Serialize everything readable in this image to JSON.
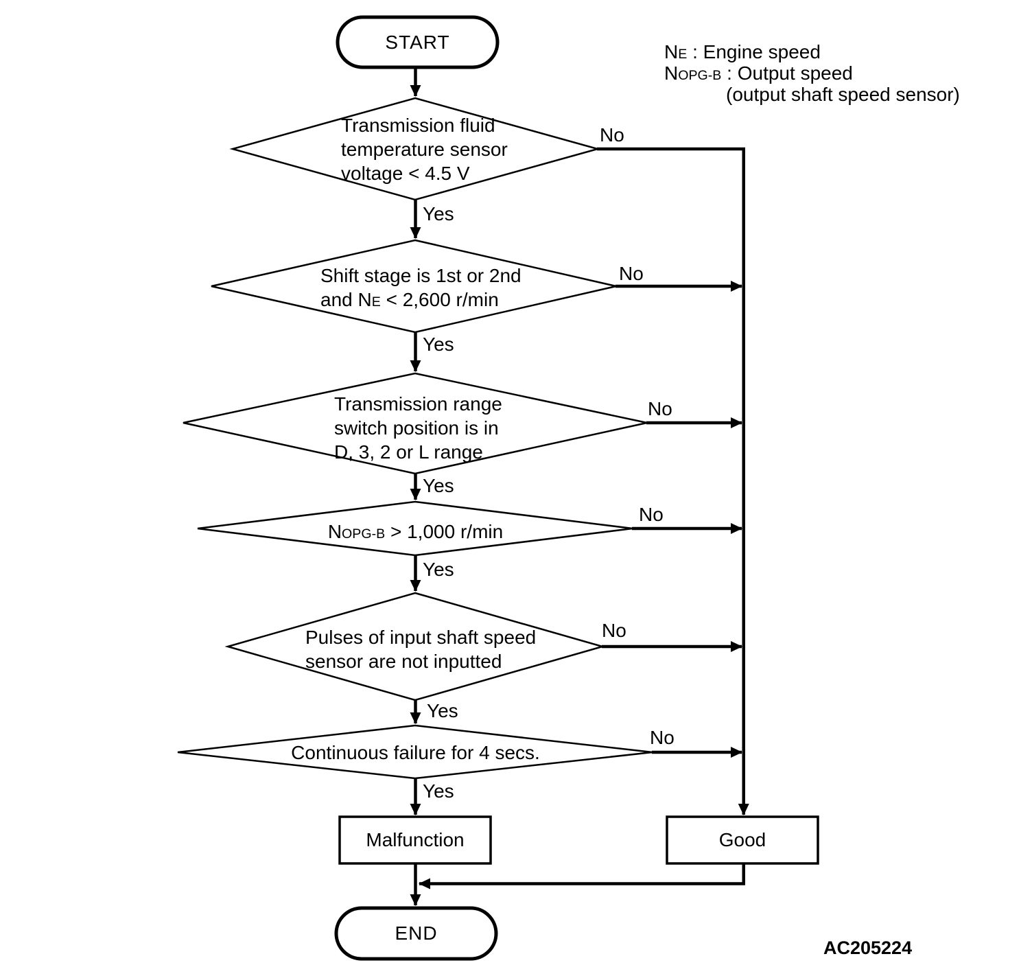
{
  "flow": {
    "start_label": "START",
    "end_label": "END",
    "yes_label": "Yes",
    "no_label": "No",
    "decisions": {
      "fluid_temp": {
        "line1": "Transmission fluid",
        "line2": "temperature sensor",
        "line3": "voltage < 4.5 V"
      },
      "shift_stage": {
        "line1": "Shift stage is 1st or 2nd",
        "line2_pre": "and N",
        "line2_sub": "E",
        "line2_post": " < 2,600 r/min"
      },
      "range_switch": {
        "line1": "Transmission range",
        "line2": "switch position is in",
        "line3": "D, 3, 2 or L range"
      },
      "output_speed": {
        "pre": "N",
        "sub": "OPG-B",
        "post": " > 1,000 r/min"
      },
      "input_pulses": {
        "line1": "Pulses of input shaft speed",
        "line2": "sensor are not inputted"
      },
      "continuous_failure": {
        "line1": "Continuous failure for 4 secs."
      }
    },
    "outcomes": {
      "malfunction": "Malfunction",
      "good": "Good"
    }
  },
  "legend": {
    "engine_speed": {
      "pre": "N",
      "sub": "E",
      "post": " : Engine speed"
    },
    "output_speed": {
      "pre": "N",
      "sub": "OPG-B",
      "post": " : Output speed"
    },
    "note": "(output shaft speed sensor)"
  },
  "figure_code": "AC205224",
  "colors": {
    "line": "#000000",
    "background": "#ffffff",
    "text": "#000000"
  }
}
